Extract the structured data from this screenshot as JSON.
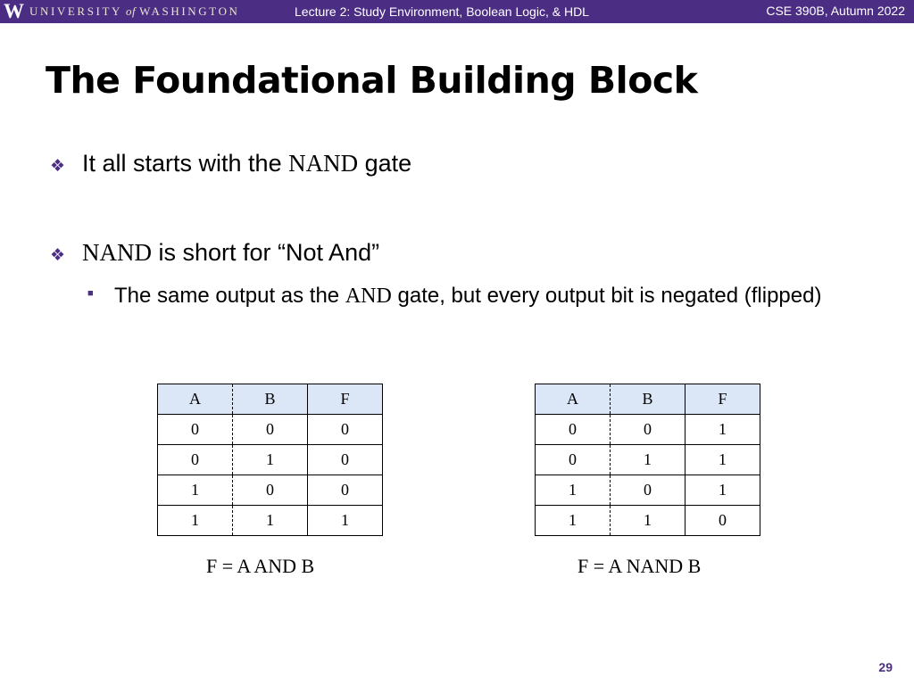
{
  "header": {
    "logo_w": "W",
    "logo_university": "UNIVERSITY",
    "logo_of": "of",
    "logo_washington": "WASHINGTON",
    "lecture_title": "Lecture 2: Study Environment, Boolean Logic, & HDL",
    "course": "CSE 390B, Autumn 2022"
  },
  "slide": {
    "title": "The Foundational Building Block",
    "bullets": [
      {
        "text_before": "It all starts with the ",
        "math": "NAND",
        "text_after": " gate"
      },
      {
        "text_before": "",
        "math": "NAND",
        "text_after": " is short for “Not And”"
      }
    ],
    "sub_bullet": {
      "text_before": "The same output as the ",
      "math": "AND",
      "text_after": " gate, but every output bit is negated (flipped)"
    },
    "page_number": "29"
  },
  "tables": [
    {
      "headers": [
        "A",
        "B",
        "F"
      ],
      "rows": [
        [
          "0",
          "0",
          "0"
        ],
        [
          "0",
          "1",
          "0"
        ],
        [
          "1",
          "0",
          "0"
        ],
        [
          "1",
          "1",
          "1"
        ]
      ],
      "caption": "F = A AND B"
    },
    {
      "headers": [
        "A",
        "B",
        "F"
      ],
      "rows": [
        [
          "0",
          "0",
          "1"
        ],
        [
          "0",
          "1",
          "1"
        ],
        [
          "1",
          "0",
          "1"
        ],
        [
          "1",
          "1",
          "0"
        ]
      ],
      "caption": "F = A NAND B"
    }
  ],
  "icons": {
    "bullet": "diamond-bullet-icon",
    "sub_bullet": "square-bullet-icon"
  },
  "colors": {
    "header_bg": "#4b2e83",
    "table_header_bg": "#dbe6f7",
    "accent": "#4b2e83"
  }
}
